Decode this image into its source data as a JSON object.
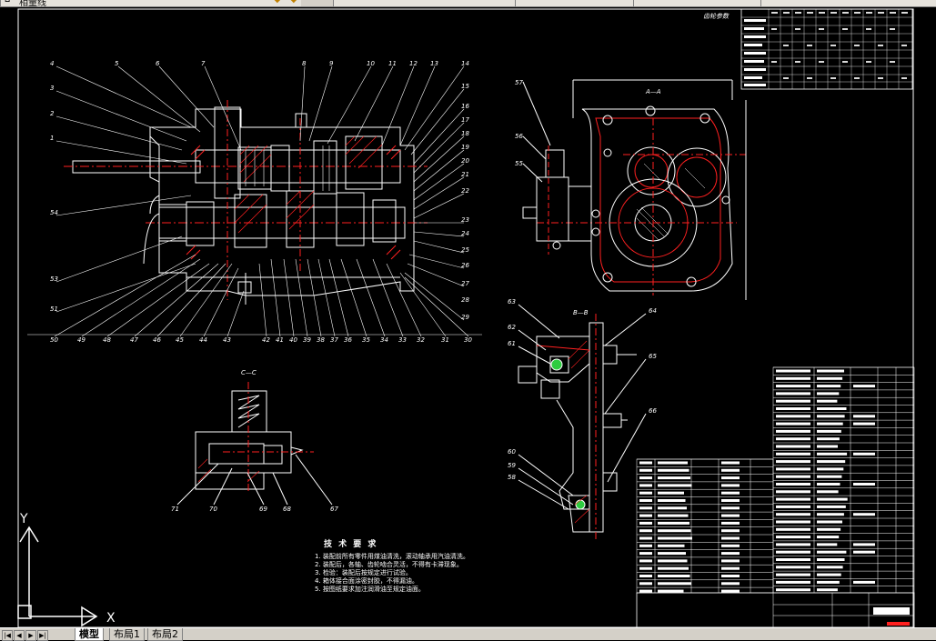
{
  "window": {
    "toolbar_label": "相量线",
    "doc_tabs": [
      "",
      "",
      ""
    ]
  },
  "drawing": {
    "section_labels": {
      "aa": "A—A",
      "bb": "B—B",
      "cc": "C—C",
      "table_title": "齿轮参数"
    },
    "tech_title": "技 术 要 求",
    "tech_lines": [
      "1. 装配前所有零件用煤油清洗，滚动轴承用汽油清洗。",
      "2. 装配后，各轴、齿轮啮合灵活，不得有卡滞现象。",
      "3. 检验：装配后按规定进行试验。",
      "4. 箱体接合面涂密封胶，不得漏油。",
      "5. 按图纸要求加注润滑油至规定油面。"
    ],
    "ucs": {
      "x": "X",
      "y": "Y"
    },
    "callouts_left": [
      "4",
      "3",
      "2",
      "1",
      "54",
      "53",
      "51"
    ],
    "callouts_top": [
      "5",
      "6",
      "7",
      "8",
      "9",
      "10",
      "11",
      "12",
      "13",
      "14"
    ],
    "callouts_right": [
      "15",
      "16",
      "17",
      "18",
      "19",
      "20",
      "21",
      "22",
      "23",
      "24",
      "25",
      "26",
      "27",
      "28",
      "29"
    ],
    "callouts_bottom": [
      "50",
      "49",
      "48",
      "47",
      "46",
      "45",
      "44",
      "43",
      "42",
      "41",
      "40",
      "39",
      "38",
      "37",
      "36",
      "35",
      "34",
      "33",
      "32",
      "31",
      "30"
    ],
    "callouts_aa": [
      "57",
      "56",
      "55"
    ],
    "callouts_bb": [
      "63",
      "62",
      "61",
      "60",
      "59",
      "58",
      "64",
      "65",
      "66"
    ],
    "callouts_cc": [
      "71",
      "70",
      "69",
      "68",
      "67"
    ]
  },
  "bottom_tabs": [
    "模型",
    "布局1",
    "布局2"
  ],
  "colors": {
    "background": "#000000",
    "red": "#ff2020",
    "white": "#ffffff"
  }
}
